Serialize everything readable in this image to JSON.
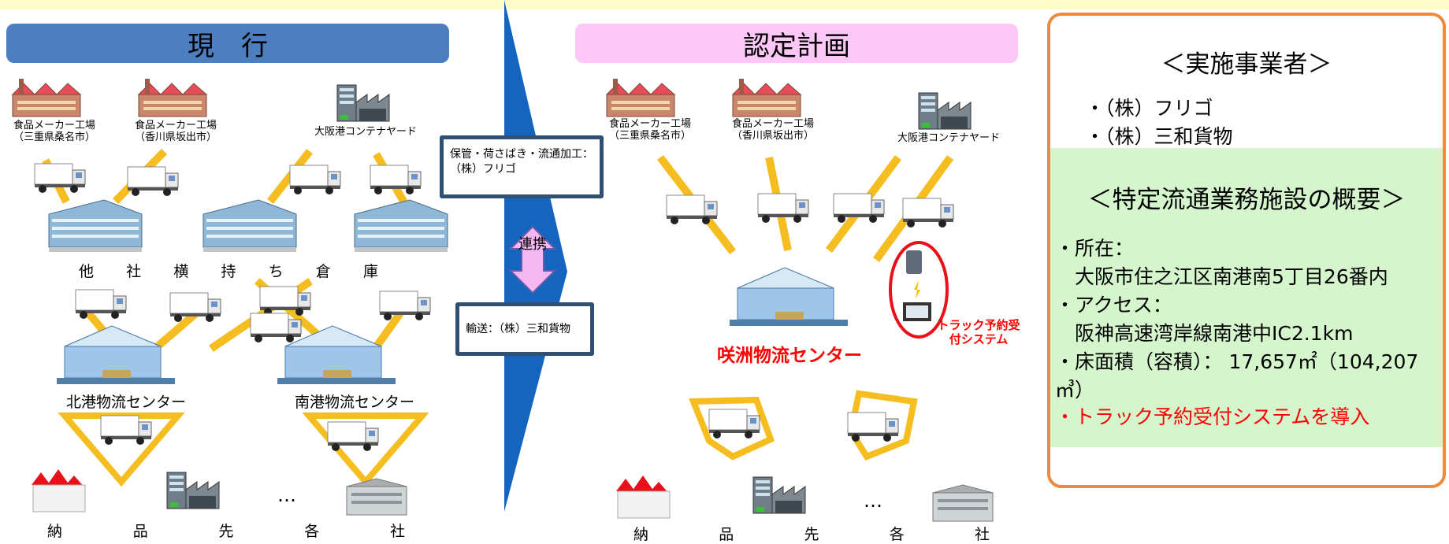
{
  "headers": {
    "left": "現　行",
    "right": "認定計画"
  },
  "current": {
    "factory1": [
      "食品メーカー工場",
      "（三重県桑名市）"
    ],
    "factory2": [
      "食品メーカー工場",
      "（香川県坂出市）"
    ],
    "yard": "大阪港コンテナヤード",
    "warehouse_words": [
      "他",
      "社",
      "横",
      "持",
      "ち",
      "倉",
      "庫"
    ],
    "north_center": "北港物流センター",
    "south_center": "南港物流センター",
    "dest_words": [
      "納",
      "品",
      "先",
      "各",
      "社"
    ],
    "ellipsis": "…"
  },
  "middle": {
    "process1": "保管・荷さばき・流通加工：（株）フリゴ",
    "renkei": "連携",
    "process2": "輸送：（株）三和貨物"
  },
  "plan": {
    "factory1": [
      "食品メーカー工場",
      "（三重県桑名市）"
    ],
    "factory2": [
      "食品メーカー工場",
      "（香川県坂出市）"
    ],
    "yard": "大阪港コンテナヤード",
    "center_name": "咲洲物流センター",
    "truck_system": "トラック予約受付システム",
    "dest_words": [
      "納",
      "品",
      "先",
      "各",
      "社"
    ],
    "ellipsis": "…"
  },
  "panel": {
    "title1": "＜実施事業者＞",
    "operators": [
      "・（株）フリゴ",
      "・（株）三和貨物"
    ],
    "title2": "＜特定流通業務施設の概要＞",
    "items": [
      "・所在：",
      "　大阪市住之江区南港南5丁目26番内",
      "・アクセス：",
      "　阪神高速湾岸線南港中IC2.1km",
      "・床面積（容積）： 17,657㎡（104,207",
      "㎥）"
    ],
    "highlight": "・トラック予約受付システムを導入"
  },
  "colors": {
    "arrow": "#f5bd1f",
    "arrow_fill": "#fee17a",
    "chevron": "#1565c0",
    "accent_red": "#ff0000",
    "panel_border": "#ec8a40",
    "panel_green": "#d5f5cd"
  }
}
